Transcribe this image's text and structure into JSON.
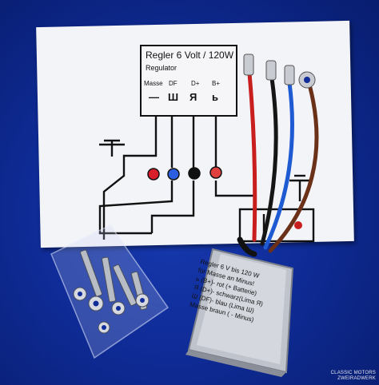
{
  "regulator": {
    "title": "Regler 6 Volt / 120W",
    "subtitle": "Regulator",
    "terminals": [
      {
        "label": "Masse",
        "symbol": "—"
      },
      {
        "label": "DF",
        "symbol": "Ш"
      },
      {
        "label": "D+",
        "symbol": "Я"
      },
      {
        "label": "B+",
        "symbol": "ь"
      }
    ]
  },
  "module_label": {
    "lines": [
      "Regler 6 V bis 120 W",
      "für Masse an Minus!",
      "ь (B+)- rot (+ Batterie)",
      "Я (D+)- schwarz(Lima Я)",
      "Ш (DF)- blau (Lima Ш)",
      "Masse braun ( - Minus)"
    ]
  },
  "watermark": {
    "lines": [
      "CLASSIC MOTORS",
      "ZWEIRADWERK"
    ]
  },
  "colors": {
    "background": "#0f2c98",
    "wire_red": "#c81e1e",
    "wire_blue": "#1e5ad2",
    "wire_black": "#151515",
    "wire_brown": "#6a3018",
    "paper": "#f3f4f8"
  },
  "icons": [
    "ground-symbol-icon",
    "ring-terminal-icon",
    "spade-terminal-icon"
  ]
}
